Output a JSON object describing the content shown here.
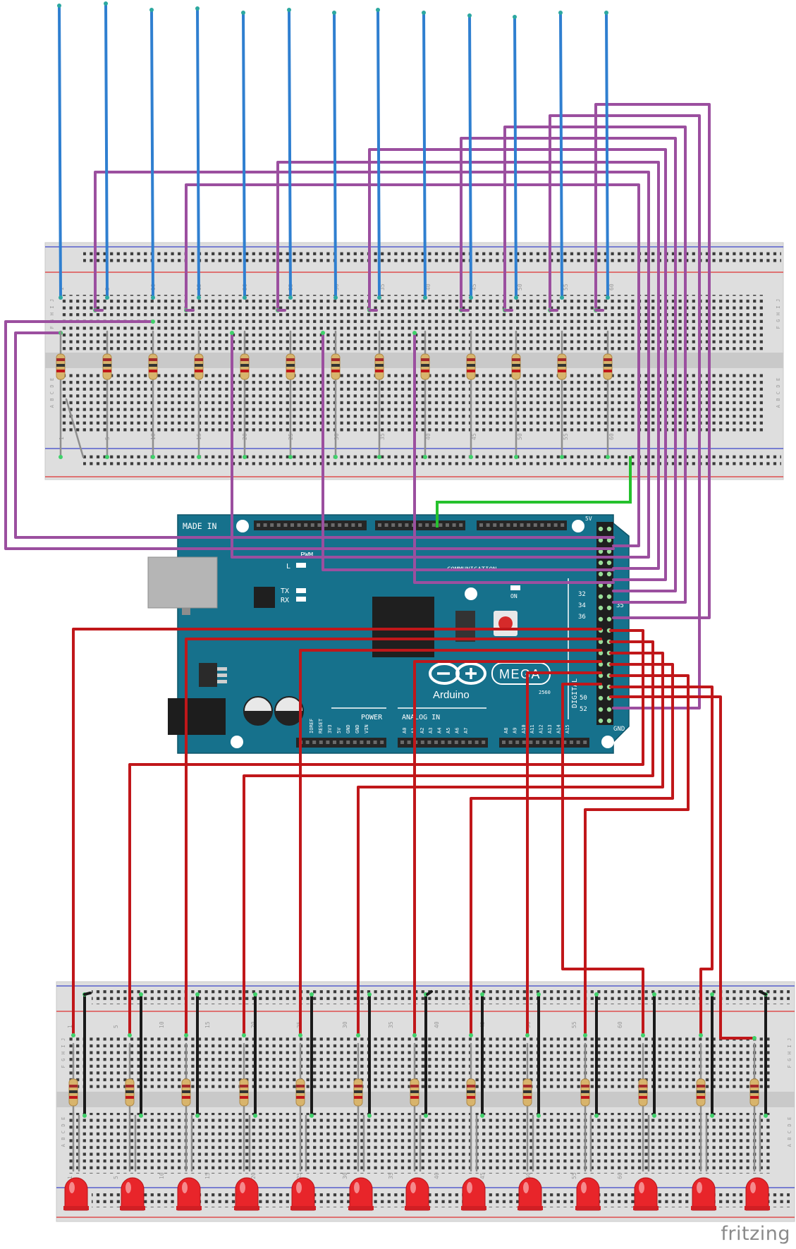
{
  "watermark": "fritzing",
  "arduino": {
    "made_in": "MADE IN",
    "brand": "Arduino",
    "model": "MEGA",
    "model_number": "2560",
    "pwm": "PWM",
    "communication": "COMMUNICATION",
    "power": "POWER",
    "analog_in": "ANALOG IN",
    "digital": "DIGITAL",
    "tx": "TX",
    "rx": "RX",
    "led_l": "L",
    "on": "ON",
    "gnd": "GND",
    "five_v": "5V",
    "pin_labels": [
      "32",
      "34",
      "36",
      "35",
      "50",
      "52"
    ],
    "power_pins": [
      "IOREF",
      "RESET",
      "3V3",
      "5V",
      "GND",
      "GND",
      "VIN"
    ],
    "analog_pins": [
      "A0",
      "A1",
      "A2",
      "A3",
      "A4",
      "A5",
      "A6",
      "A7",
      "A8",
      "A9",
      "A10",
      "A11",
      "A12",
      "A13",
      "A14",
      "A15"
    ]
  },
  "breadboard_top": {
    "row_letters": [
      "J",
      "I",
      "H",
      "G",
      "F",
      "E",
      "D",
      "C",
      "B",
      "A"
    ],
    "column_numbers": [
      "1",
      "5",
      "10",
      "15",
      "20",
      "25",
      "30",
      "35",
      "40",
      "45",
      "50",
      "55",
      "60"
    ]
  },
  "breadboard_bottom": {
    "row_letters": [
      "J",
      "I",
      "H",
      "G",
      "F",
      "E",
      "D",
      "C",
      "B",
      "A"
    ],
    "column_numbers": [
      "1",
      "5",
      "10",
      "15",
      "20",
      "25",
      "30",
      "35",
      "40",
      "45",
      "50",
      "55",
      "60"
    ]
  },
  "colors": {
    "blue_wire": "#2f7fd0",
    "purple_wire": "#9b4f9f",
    "red_wire": "#c0171a",
    "black_wire": "#1a1a1a",
    "green_wire": "#25c12d",
    "board": "#16718c",
    "led": "#e8252a"
  }
}
